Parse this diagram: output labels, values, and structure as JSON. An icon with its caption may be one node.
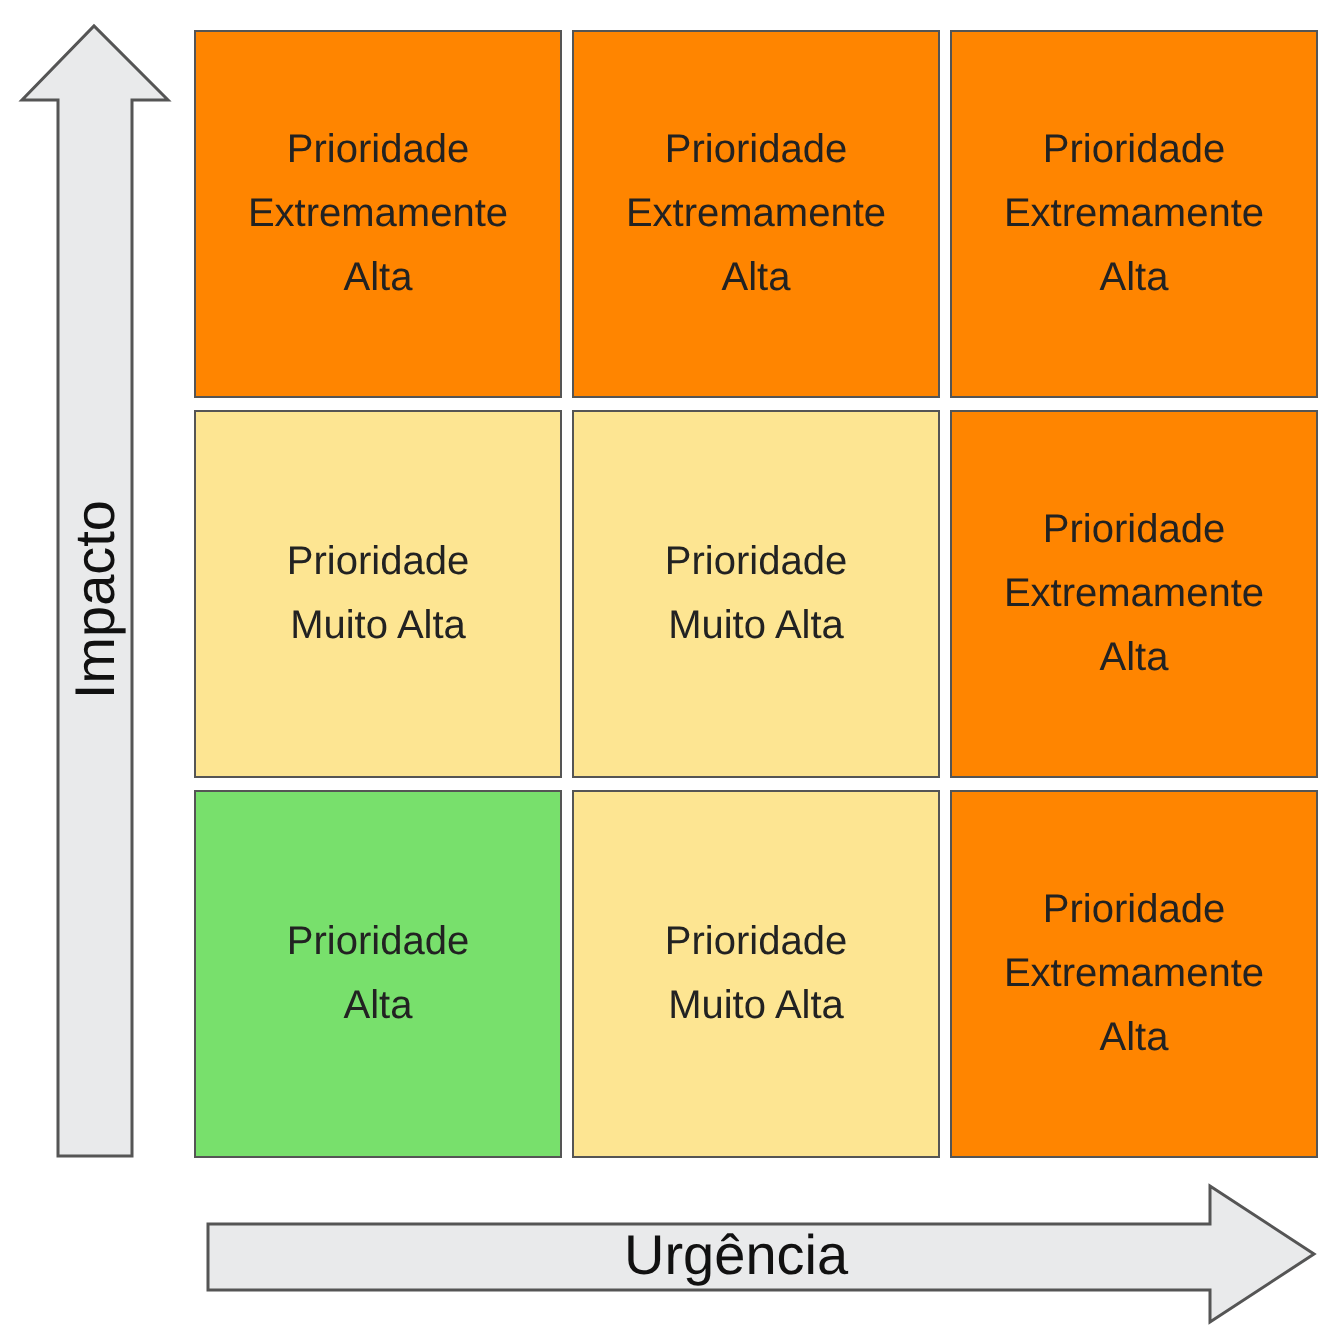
{
  "diagram": {
    "nodes": [
      {
        "text": [
          "Prioridade Extremamente Alta"
        ]
      },
      {
        "text": [
          "Prioridade Extremamente Alta"
        ]
      },
      {
        "text": [
          "Prioridade Extremamente Alta"
        ]
      },
      {
        "text": [
          "Prioridade Muito Alta"
        ]
      },
      {
        "text": [
          "Prioridade Muito Alta"
        ]
      },
      {
        "text": [
          "Prioridade Extremamente Alta"
        ]
      },
      {
        "text": [
          "Prioridade Alta"
        ]
      },
      {
        "text": [
          "Prioridade Muito Alta"
        ]
      },
      {
        "text": [
          "Prioridade Extremamente Alta"
        ]
      }
    ],
    "edges": [],
    "labels": [
      "Impacto",
      "Urgência"
    ]
  }
}
